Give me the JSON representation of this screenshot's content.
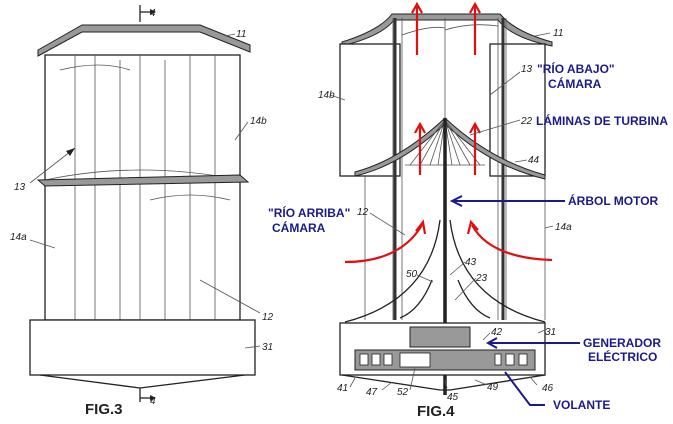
{
  "fig3": {
    "caption": "FIG.3",
    "section_mark_top": "4",
    "section_mark_bottom": "4",
    "refs": {
      "r11": "11",
      "r14b": "14b",
      "r13": "13",
      "r14a": "14a",
      "r12": "12",
      "r31": "31"
    }
  },
  "fig4": {
    "caption": "FIG.4",
    "refs": {
      "r11": "11",
      "r13": "13",
      "r14b": "14b",
      "r22": "22",
      "r44": "44",
      "r12": "12",
      "r14a": "14a",
      "r50": "50",
      "r43": "43",
      "r23": "23",
      "r42": "42",
      "r31": "31",
      "r41": "41",
      "r47": "47",
      "r52": "52",
      "r45": "45",
      "r49": "49",
      "r46": "46"
    },
    "labels": {
      "downstream_line1": "\"RÍO ABAJO\"",
      "downstream_line2": "CÁMARA",
      "turbine_blades": "LÁMINAS DE TURBINA",
      "drive_shaft": "ÁRBOL MOTOR",
      "upstream_line1": "\"RÍO ARRIBA\"",
      "upstream_line2": "CÁMARA",
      "generator_line1": "GENERADOR",
      "generator_line2": "ELÉCTRICO",
      "flywheel": "VOLANTE"
    },
    "colors": {
      "airflow": "#e01010",
      "annotation": "#1a1a8c"
    }
  }
}
